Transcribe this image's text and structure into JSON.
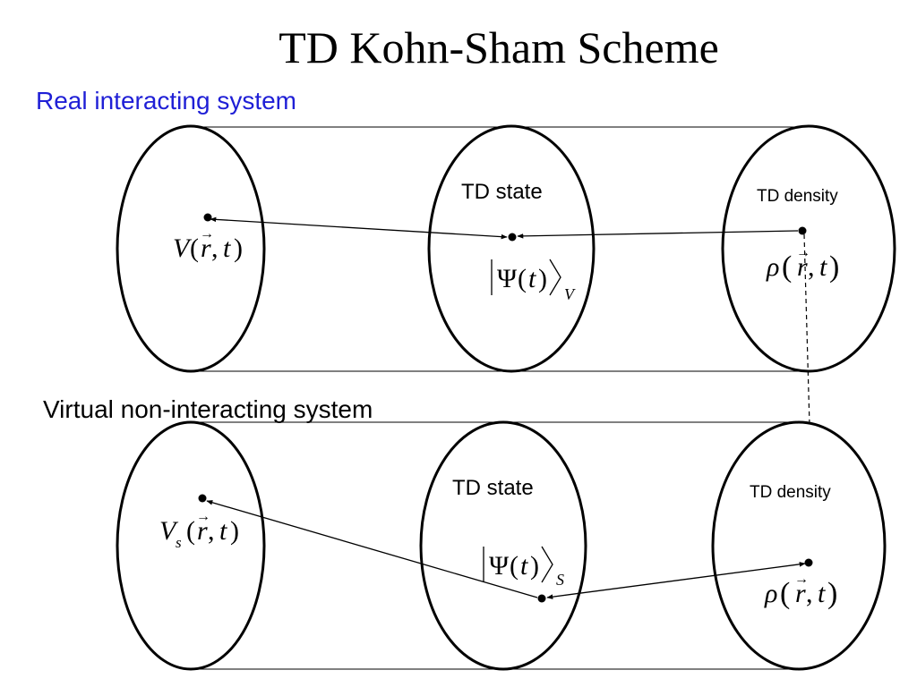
{
  "title": "TD Kohn-Sham Scheme",
  "real_system": {
    "heading": "Real interacting system",
    "state_label": "TD state",
    "density_label": "TD density",
    "potential_symbol": "V",
    "potential_args": "(r, t)",
    "state_ket": "|Ψ(t)⟩",
    "state_subscript": "V",
    "density_symbol": "ρ",
    "density_args": "(r, t)"
  },
  "virtual_system": {
    "heading": "Virtual non-interacting system",
    "state_label": "TD state",
    "density_label": "TD density",
    "potential_symbol": "V",
    "potential_subscript": "s",
    "potential_args": "(r, t)",
    "state_ket": "|Ψ(t)⟩",
    "state_subscript": "S",
    "density_symbol": "ρ",
    "density_args": "(r, t)"
  },
  "colors": {
    "heading_real": "#1f1fd6",
    "lines": "#000000"
  }
}
